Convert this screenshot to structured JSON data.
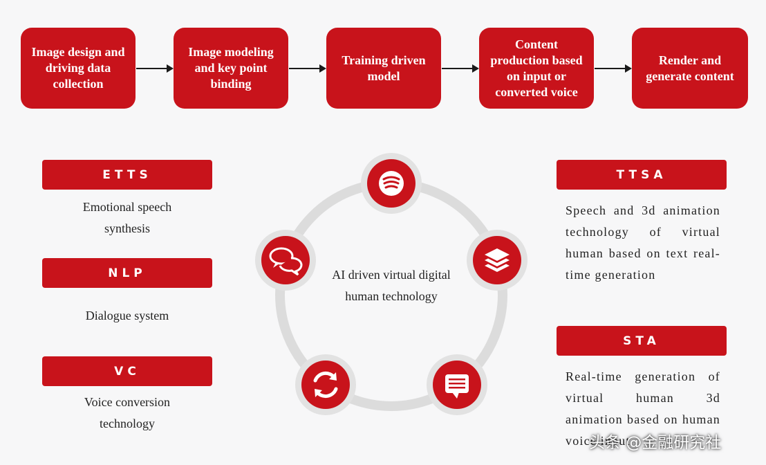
{
  "colors": {
    "accent": "#c8131b",
    "ring": "#dcdcdc",
    "icon_halo": "#e2e2e2",
    "background": "#f7f7f8"
  },
  "pipeline": {
    "steps": [
      "Image design and driving data collection",
      "Image modeling and key point binding",
      "Training driven model",
      "Content production based on input or converted voice",
      "Render and generate content"
    ]
  },
  "left": {
    "items": [
      {
        "title": "ETTS",
        "desc": "Emotional speech synthesis"
      },
      {
        "title": "NLP",
        "desc": "Dialogue system"
      },
      {
        "title": "VC",
        "desc": "Voice conversion technology"
      }
    ]
  },
  "right": {
    "items": [
      {
        "title": "TTSA",
        "desc": "Speech and 3d animation technology of virtual human based on text real-time generation"
      },
      {
        "title": "STA",
        "desc": "Real-time generation of virtual human 3d animation based on human voice input"
      }
    ]
  },
  "center": {
    "label": "AI driven virtual digital human technology",
    "icons": [
      "speech-wave-icon",
      "layers-icon",
      "message-icon",
      "refresh-icon",
      "chat-bubbles-icon"
    ]
  },
  "watermark": "头条 @金融研究社"
}
